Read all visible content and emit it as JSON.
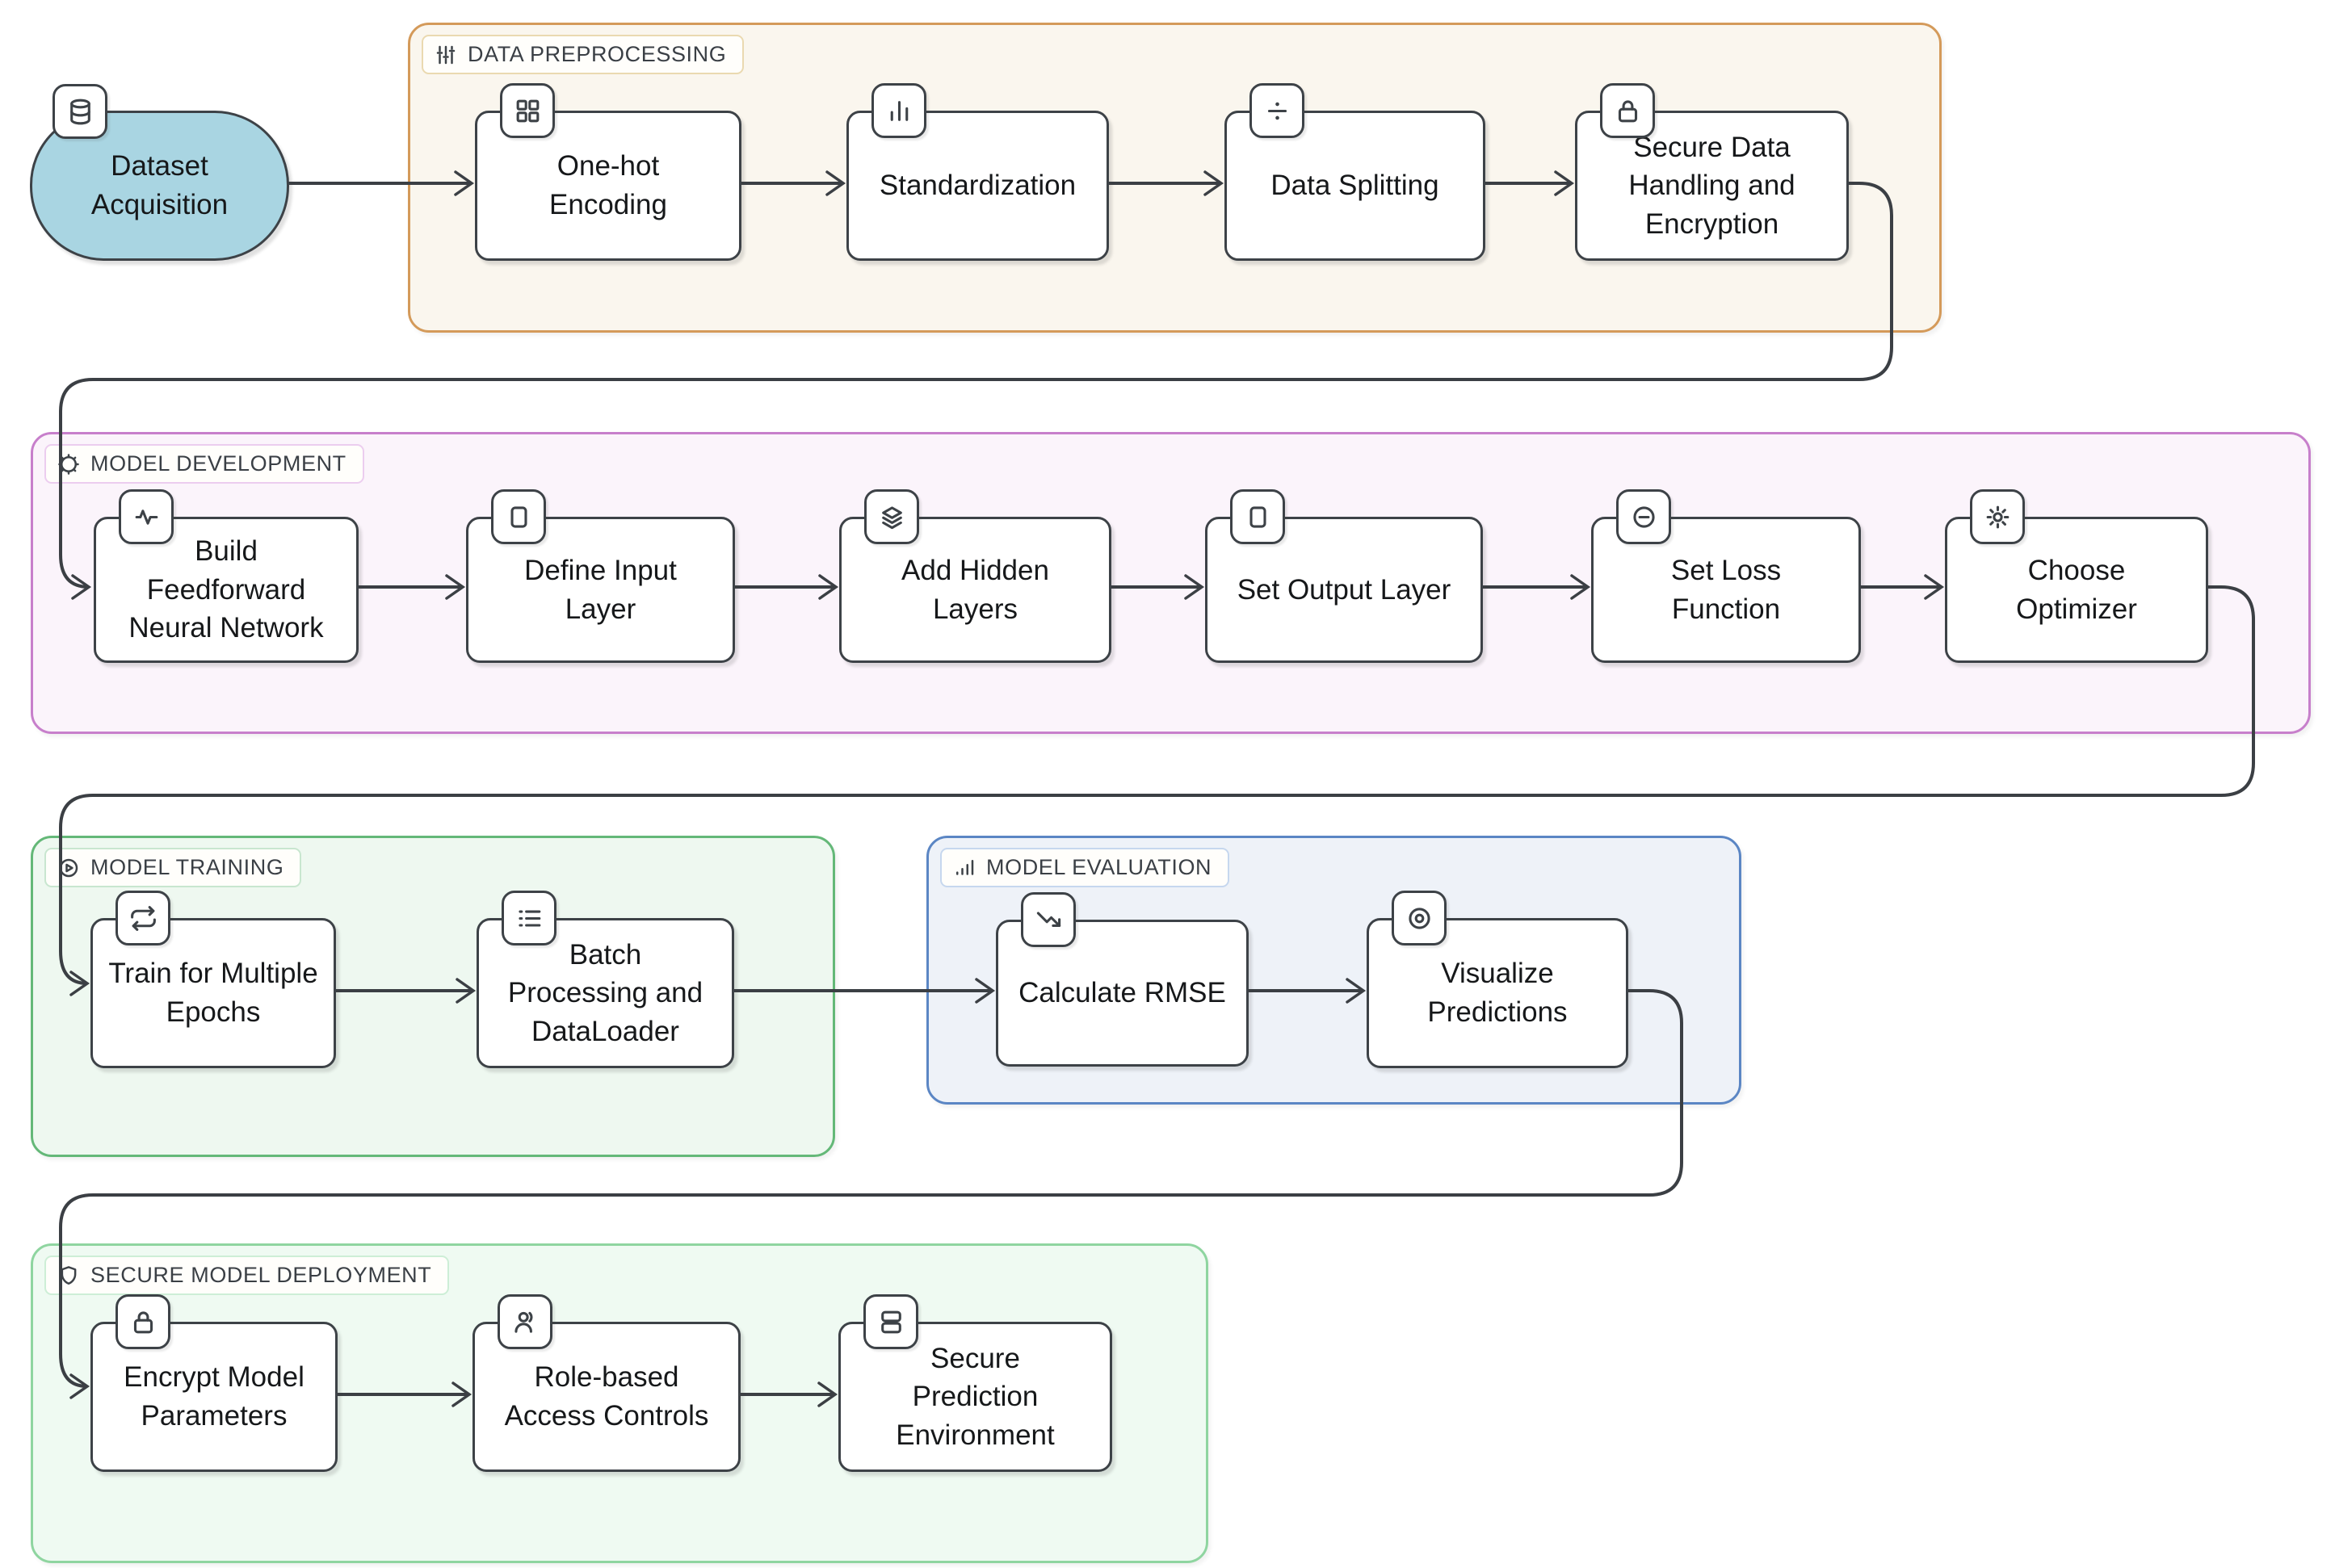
{
  "diagram": {
    "connector_color": "#3b3f44",
    "node_border_color": "#3d4247",
    "start_node": {
      "label": "Dataset\nAcquisition",
      "icon": "database-icon",
      "fill": "#a9d5e2"
    },
    "groups": [
      {
        "label": "DATA PREPROCESSING",
        "icon": "sliders-icon",
        "border_color": "#d49a5a",
        "background": "#faf6ee",
        "chip_border": "#ead9b0"
      },
      {
        "label": "MODEL DEVELOPMENT",
        "icon": "cpu-icon",
        "border_color": "#c77fcb",
        "background": "#fbf4fb",
        "chip_border": "#eccdef"
      },
      {
        "label": "MODEL TRAINING",
        "icon": "play-circle-icon",
        "border_color": "#64b878",
        "background": "#eef8f0",
        "chip_border": "#c8e6cf"
      },
      {
        "label": "MODEL EVALUATION",
        "icon": "bar-chart-icon",
        "border_color": "#5b86c4",
        "background": "#eef2f8",
        "chip_border": "#c6d7ee"
      },
      {
        "label": "SECURE MODEL DEPLOYMENT",
        "icon": "shield-icon",
        "border_color": "#8fd5a0",
        "background": "#effaf2",
        "chip_border": "#cdeed6"
      }
    ],
    "nodes": [
      {
        "label": "One-hot\nEncoding",
        "icon": "grid-icon"
      },
      {
        "label": "Standardization",
        "icon": "bar-chart-icon"
      },
      {
        "label": "Data Splitting",
        "icon": "divide-icon"
      },
      {
        "label": "Secure Data\nHandling and\nEncryption",
        "icon": "lock-icon"
      },
      {
        "label": "Build\nFeedforward\nNeural Network",
        "icon": "activity-icon"
      },
      {
        "label": "Define Input\nLayer",
        "icon": "square-icon"
      },
      {
        "label": "Add Hidden\nLayers",
        "icon": "layers-icon"
      },
      {
        "label": "Set Output Layer",
        "icon": "square-icon"
      },
      {
        "label": "Set Loss\nFunction",
        "icon": "minus-circle-icon"
      },
      {
        "label": "Choose\nOptimizer",
        "icon": "gear-icon"
      },
      {
        "label": "Train for Multiple\nEpochs",
        "icon": "repeat-icon"
      },
      {
        "label": "Batch\nProcessing and\nDataLoader",
        "icon": "list-icon"
      },
      {
        "label": "Calculate RMSE",
        "icon": "trend-down-icon"
      },
      {
        "label": "Visualize\nPredictions",
        "icon": "eye-icon"
      },
      {
        "label": "Encrypt Model\nParameters",
        "icon": "lock-icon"
      },
      {
        "label": "Role-based\nAccess Controls",
        "icon": "users-icon"
      },
      {
        "label": "Secure\nPrediction\nEnvironment",
        "icon": "server-icon"
      }
    ]
  }
}
